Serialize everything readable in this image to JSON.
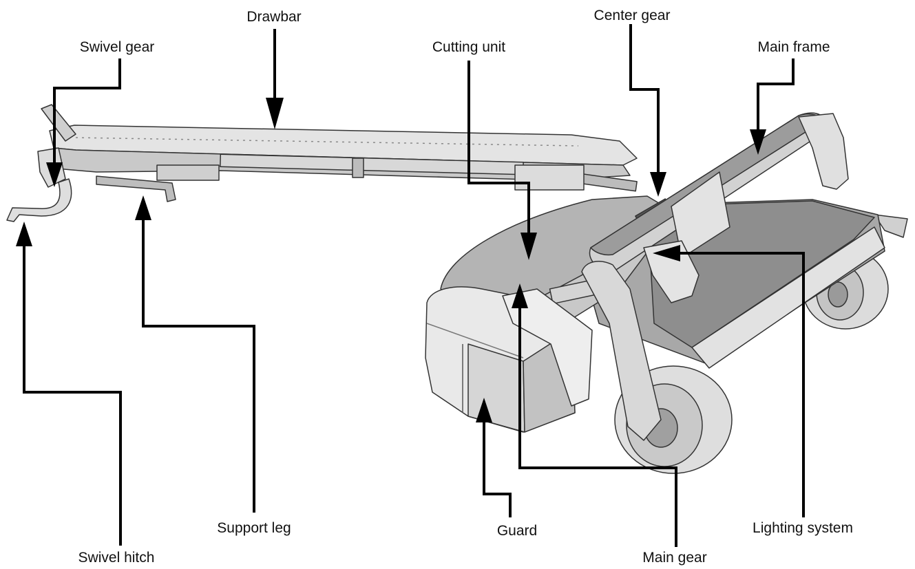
{
  "diagram": {
    "labels": {
      "drawbar": "Drawbar",
      "center_gear": "Center gear",
      "swivel_gear": "Swivel gear",
      "cutting_unit": "Cutting unit",
      "main_frame": "Main frame",
      "swivel_hitch": "Swivel hitch",
      "support_leg": "Support leg",
      "guard": "Guard",
      "lighting_system": "Lighting system",
      "main_gear": "Main gear"
    },
    "colors": {
      "line": "#000000",
      "body_light": "#e6e6e6",
      "body_mid": "#bdbdbd",
      "body_dark": "#8a8a8a",
      "tire": "#d8d8d8",
      "outline": "#333333"
    }
  }
}
